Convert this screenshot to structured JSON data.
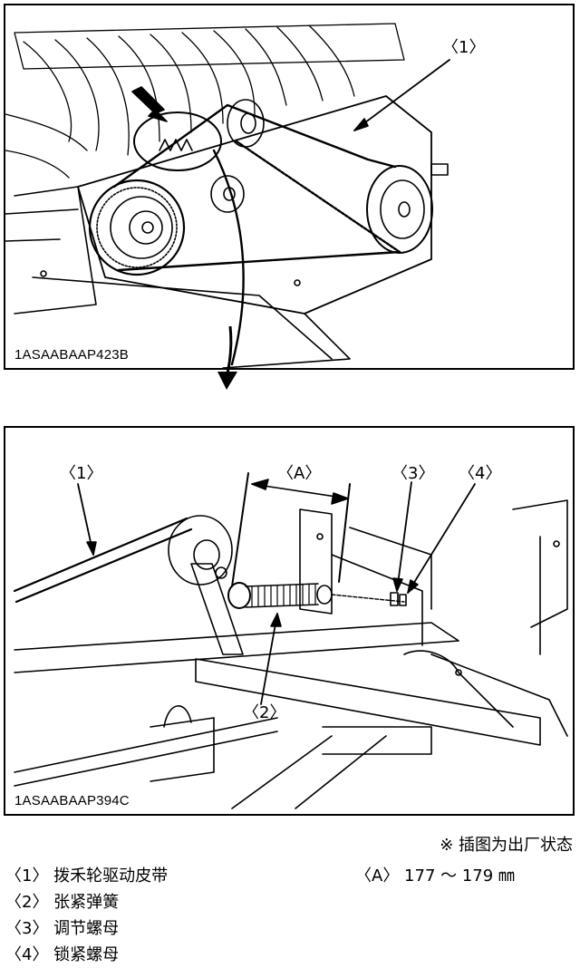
{
  "figures": {
    "top": {
      "code": "1ASAABAAP423B",
      "callout_1": "〈1〉"
    },
    "bottom": {
      "code": "1ASAABAAP394C",
      "callout_1": "〈1〉",
      "callout_2": "〈2〉",
      "callout_3": "〈3〉",
      "callout_4": "〈4〉",
      "callout_A": "〈A〉"
    }
  },
  "notes": {
    "factory_state": "※ 插图为出厂状态",
    "dimension": "〈A〉 177 ～ 179 ㎜"
  },
  "legend": [
    "〈1〉 拨禾轮驱动皮带",
    "〈2〉 张紧弹簧",
    "〈3〉 调节螺母",
    "〈4〉 锁紧螺母"
  ]
}
